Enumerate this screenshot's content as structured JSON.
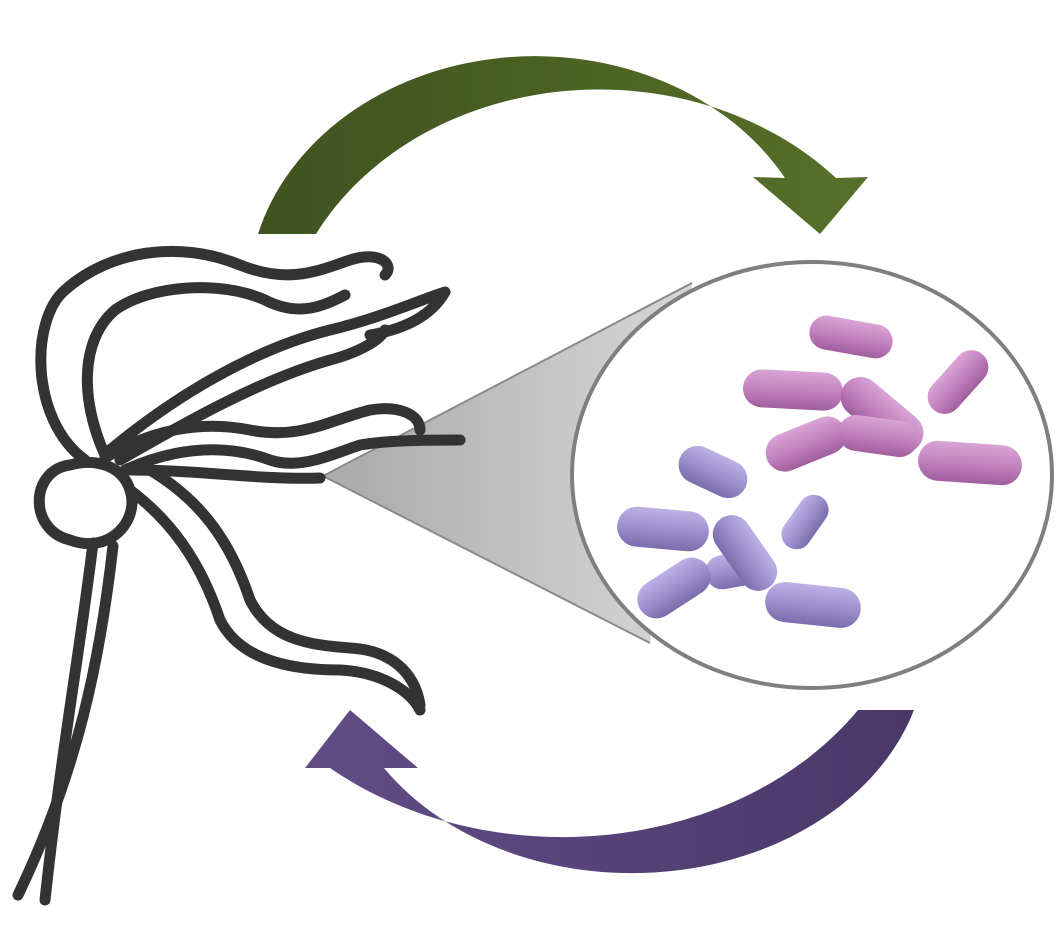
{
  "diagram": {
    "type": "cycle",
    "nodes": [
      {
        "id": "plant",
        "icon": "plant-sketch-icon"
      },
      {
        "id": "bacteria",
        "icon": "bacteria-magnified-icon"
      }
    ],
    "arrows": [
      {
        "from": "plant",
        "to": "bacteria",
        "color": "#4e6624"
      },
      {
        "from": "bacteria",
        "to": "plant",
        "color": "#5a4678"
      }
    ],
    "colors": {
      "top_arrow": "#4e6624",
      "bottom_arrow": "#5a4678",
      "plant_stroke": "#333333",
      "magnifier_cone": "#c4c4c4",
      "circle_border": "#7f7f7f",
      "bacteria_pink": "#c07fbc",
      "bacteria_purple": "#9b8ccb"
    }
  }
}
